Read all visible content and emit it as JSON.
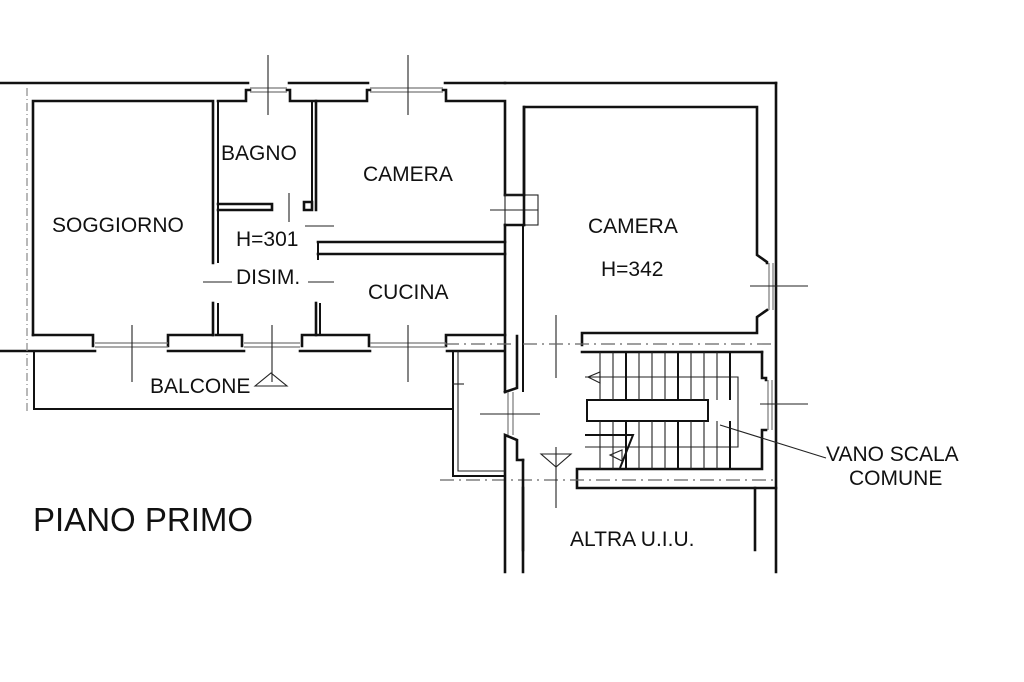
{
  "plan": {
    "title": "PIANO PRIMO",
    "rooms": {
      "soggiorno": "SOGGIORNO",
      "bagno": "BAGNO",
      "camera_1": "CAMERA",
      "height_1": "H=301",
      "disim": "DISIM.",
      "cucina": "CUCINA",
      "camera_2": "CAMERA",
      "height_2": "H=342",
      "balcone": "BALCONE",
      "altra_uiu": "ALTRA U.I.U."
    },
    "annotations": {
      "stair_line1": "VANO SCALA",
      "stair_line2": "COMUNE"
    },
    "colors": {
      "line": "#111111",
      "background": "#ffffff"
    }
  }
}
